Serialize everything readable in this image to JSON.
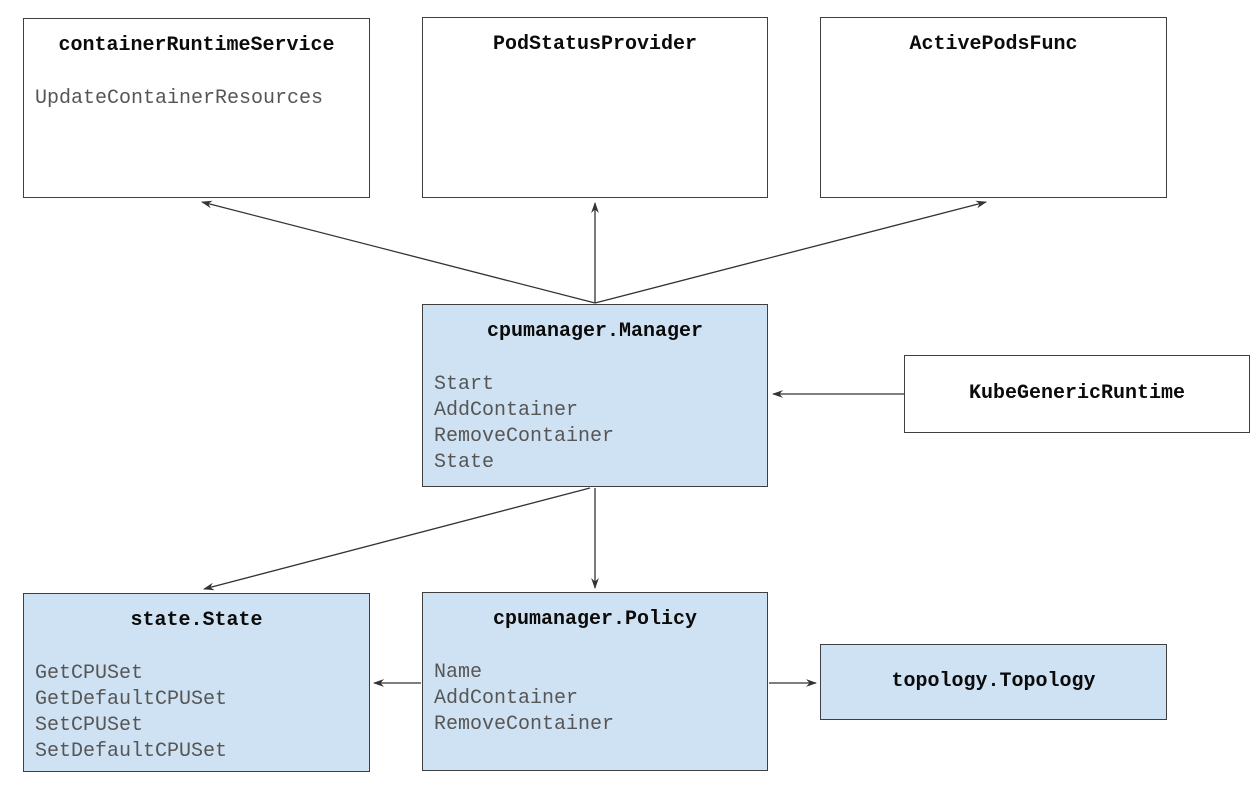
{
  "colors": {
    "background": "#ffffff",
    "node_fill_plain": "#ffffff",
    "node_fill_highlight": "#cfe2f3",
    "node_border": "#3f3f3f",
    "title_text": "#0b0b0b",
    "method_text": "#565656",
    "arrow": "#333333"
  },
  "nodes": [
    {
      "title": "containerRuntimeService",
      "fill": "white",
      "methods": [
        "UpdateContainerResources"
      ]
    },
    {
      "title": "PodStatusProvider",
      "fill": "white",
      "methods": []
    },
    {
      "title": "ActivePodsFunc",
      "fill": "white",
      "methods": []
    },
    {
      "title": "cpumanager.Manager",
      "fill": "blue",
      "methods": [
        "Start",
        "AddContainer",
        "RemoveContainer",
        "State"
      ]
    },
    {
      "title": "KubeGenericRuntime",
      "fill": "white",
      "methods": []
    },
    {
      "title": "state.State",
      "fill": "blue",
      "methods": [
        "GetCPUSet",
        "GetDefaultCPUSet",
        "SetCPUSet",
        "SetDefaultCPUSet"
      ]
    },
    {
      "title": "cpumanager.Policy",
      "fill": "blue",
      "methods": [
        "Name",
        "AddContainer",
        "RemoveContainer"
      ]
    },
    {
      "title": "topology.Topology",
      "fill": "blue",
      "methods": []
    }
  ],
  "edges": [
    {
      "from": "cpumanager.Manager",
      "to": "containerRuntimeService"
    },
    {
      "from": "cpumanager.Manager",
      "to": "PodStatusProvider"
    },
    {
      "from": "cpumanager.Manager",
      "to": "ActivePodsFunc"
    },
    {
      "from": "KubeGenericRuntime",
      "to": "cpumanager.Manager"
    },
    {
      "from": "cpumanager.Manager",
      "to": "state.State"
    },
    {
      "from": "cpumanager.Manager",
      "to": "cpumanager.Policy"
    },
    {
      "from": "cpumanager.Policy",
      "to": "state.State"
    },
    {
      "from": "cpumanager.Policy",
      "to": "topology.Topology"
    }
  ]
}
